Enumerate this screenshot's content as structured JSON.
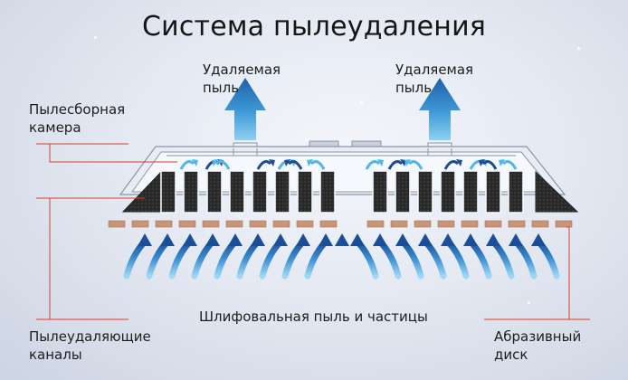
{
  "title": "Система пылеудаления",
  "labels": {
    "exhaust_left": [
      "Удаляемая",
      "пыль"
    ],
    "exhaust_right": [
      "Удаляемая",
      "пыль"
    ],
    "dust_chamber": [
      "Пылесборная",
      "камера"
    ],
    "extraction_channels": [
      "Пылеудаляющие",
      "каналы"
    ],
    "abrasive_disc": [
      "Абразивный",
      "диск"
    ],
    "grinding_dust": "Шлифовальная пыль и частицы"
  },
  "colors": {
    "leader_line": "#e03a2a",
    "arrow_light": "#4fb6ea",
    "arrow_dark": "#1e4e8e",
    "disc_segments": "#c89676",
    "filter_blocks": "#2e2e2e",
    "housing": "#8a95a6"
  },
  "icons": [
    "up-arrow-icon",
    "curved-arrow-icon"
  ]
}
